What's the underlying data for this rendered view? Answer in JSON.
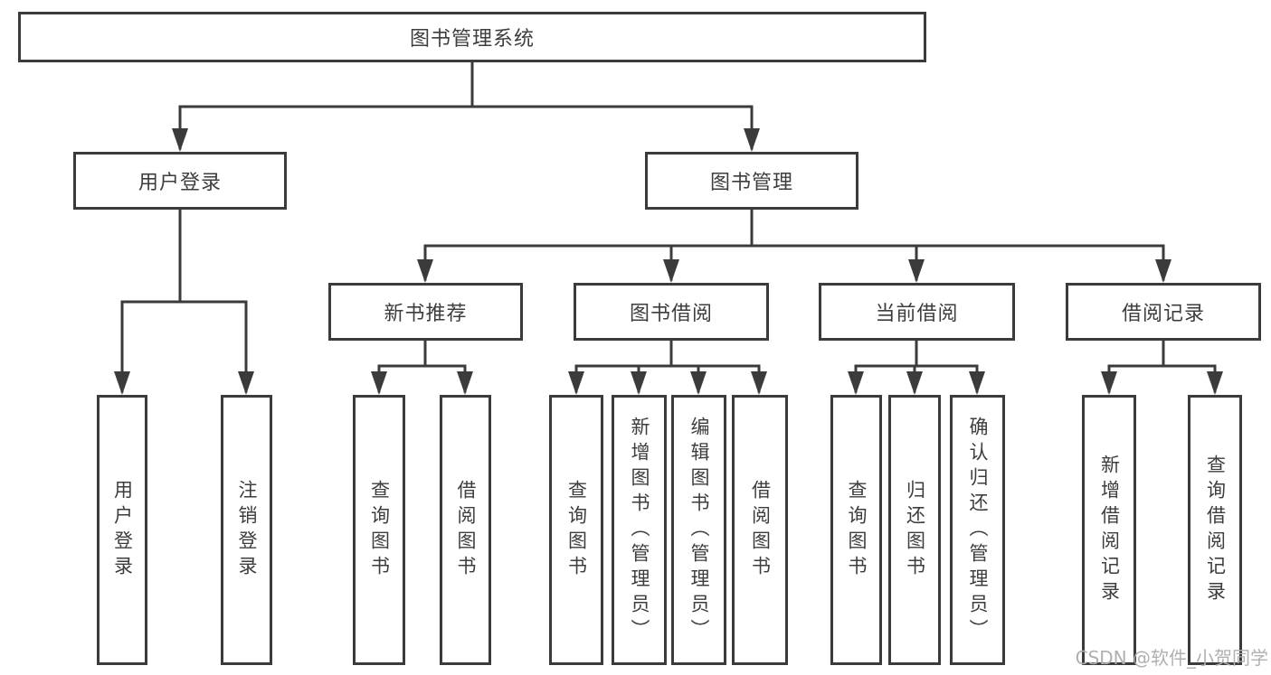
{
  "root": {
    "label": "图书管理系统"
  },
  "branches": {
    "user": {
      "label": "用户登录",
      "children": [
        {
          "label": "用户登录"
        },
        {
          "label": "注销登录"
        }
      ]
    },
    "book": {
      "label": "图书管理",
      "sections": [
        {
          "label": "新书推荐",
          "children": [
            {
              "label": "查询图书"
            },
            {
              "label": "借阅图书"
            }
          ]
        },
        {
          "label": "图书借阅",
          "children": [
            {
              "label": "查询图书"
            },
            {
              "label": "新增图书（管理员）"
            },
            {
              "label": "编辑图书（管理员）"
            },
            {
              "label": "借阅图书"
            }
          ]
        },
        {
          "label": "当前借阅",
          "children": [
            {
              "label": "查询图书"
            },
            {
              "label": "归还图书"
            },
            {
              "label": "确认归还（管理员）"
            }
          ]
        },
        {
          "label": "借阅记录",
          "children": [
            {
              "label": "新增借阅记录"
            },
            {
              "label": "查询借阅记录"
            }
          ]
        }
      ]
    }
  },
  "watermark": {
    "text": "CSDN @软件_小贺同学"
  },
  "colors": {
    "line": "#3b3b3b",
    "box_border": "#3b3b3b",
    "text": "#3d3d3d",
    "background": "#ffffff",
    "watermark": "#b0b0b0"
  }
}
